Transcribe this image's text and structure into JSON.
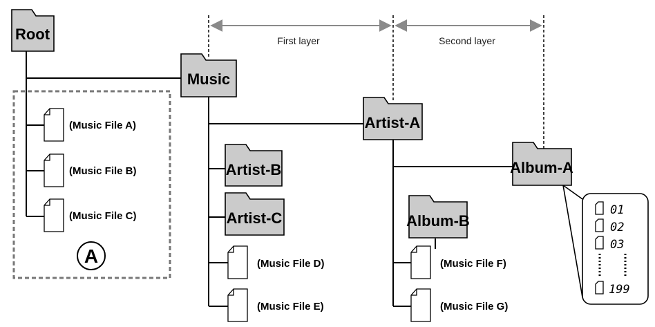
{
  "layers": {
    "first": "First layer",
    "second": "Second layer"
  },
  "folders": {
    "root": "Root",
    "music": "Music",
    "artist_a": "Artist-A",
    "artist_b": "Artist-B",
    "artist_c": "Artist-C",
    "album_a": "Album-A",
    "album_b": "Album-B"
  },
  "files": {
    "a": "(Music File A)",
    "b": "(Music File B)",
    "c": "(Music File C)",
    "d": "(Music File D)",
    "e": "(Music File E)",
    "f": "(Music File F)",
    "g": "(Music File G)"
  },
  "group_marker": "A",
  "track_numbers": [
    "01",
    "02",
    "03",
    "199"
  ],
  "colors": {
    "folder_fill": "#cbcbcb",
    "guide_arrow": "#8a8a8a",
    "group_border": "#777777"
  }
}
